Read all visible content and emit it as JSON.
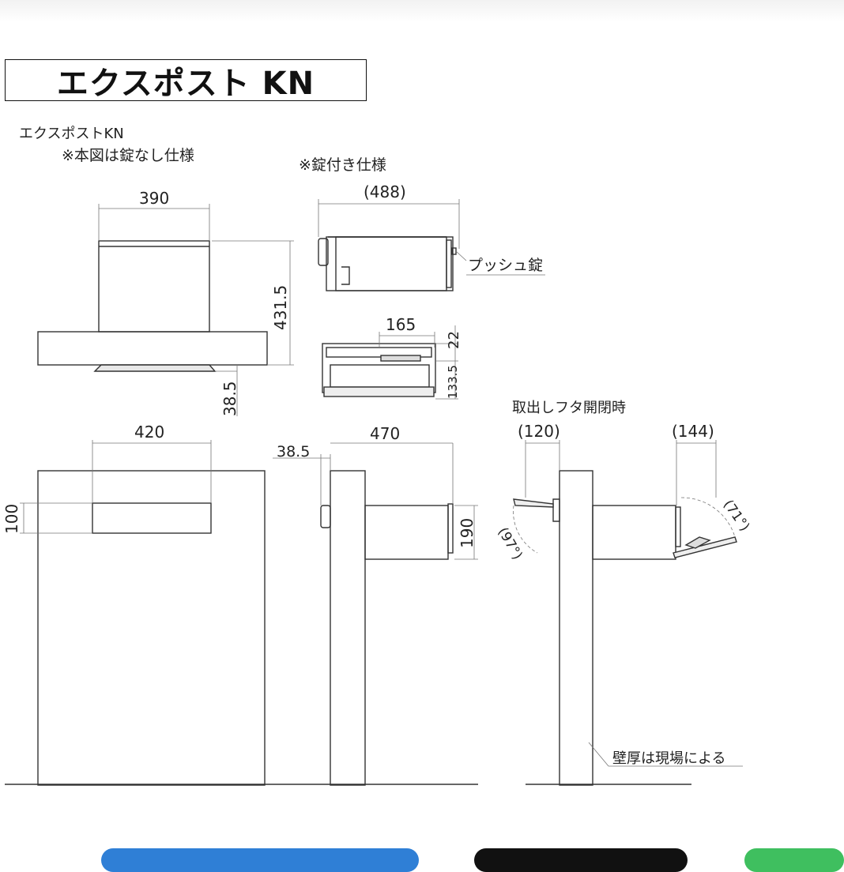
{
  "title": "エクスポスト KN",
  "caption": {
    "product": "エクスポストKN",
    "note_no_lock": "※本図は錠なし仕様",
    "note_with_lock": "※錠付き仕様",
    "lid_open": "取出しフタ開閉時",
    "push_lock": "プッシュ錠",
    "wall_note": "壁厚は現場による"
  },
  "dimensions": {
    "top_width": "390",
    "top_height": "431.5",
    "top_flange": "38.5",
    "lock_depth": "(488)",
    "slot_width": "165",
    "slot_top": "22",
    "slot_height": "133.5",
    "front_width": "420",
    "front_slot_height": "100",
    "side_offset": "38.5",
    "side_depth": "470",
    "side_height": "190",
    "open_front": "(120)",
    "open_back": "(144)",
    "angle_front": "(97°)",
    "angle_back": "(71°)"
  },
  "colors": {
    "line": "#333333",
    "dim_line": "#555555",
    "button_left": "#2f7fd6",
    "button_mid": "#111111",
    "button_right": "#3fbf5f"
  }
}
